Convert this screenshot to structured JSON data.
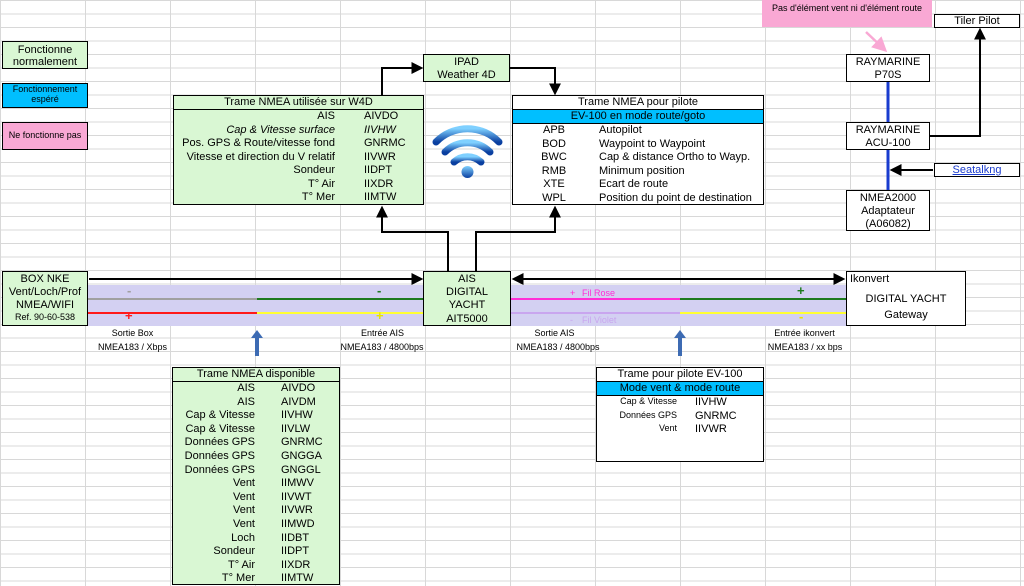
{
  "legend": {
    "ok": "Fonctionne normalement",
    "expected": "Fonctionnement espéré",
    "ko": "Ne fonctionne pas",
    "ok_color": "#d9f7d3",
    "expected_color": "#00bfff",
    "ko_color": "#f9a8d4"
  },
  "pink_note": "Pas d'élément vent ni d'élément route",
  "tiller": "Tiler Pilot",
  "p70s": [
    "RAYMARINE",
    "P70S"
  ],
  "acu": [
    "RAYMARINE",
    "ACU-100"
  ],
  "seatalk": "Seatalkng",
  "nmea2000": [
    "NMEA2000",
    "Adaptateur",
    "(A06082)"
  ],
  "ipad": [
    "IPAD",
    "Weather 4D"
  ],
  "w4d": {
    "title": "Trame NMEA utilisée sur W4D",
    "rows": [
      {
        "label": "AIS",
        "code": "AIVDO"
      },
      {
        "label": "Cap & Vitesse surface",
        "code": "IIVHW",
        "italic": true
      },
      {
        "label": "Pos. GPS & Route/vitesse fond",
        "code": "GNRMC"
      },
      {
        "label": "Vitesse et direction du V relatif",
        "code": "IIVWR"
      },
      {
        "label": "Sondeur",
        "code": "IIDPT"
      },
      {
        "label": "T° Air",
        "code": "IIXDR"
      },
      {
        "label": "T° Mer",
        "code": "IIMTW"
      }
    ]
  },
  "pilot_nmea": {
    "title": "Trame NMEA pour pilote",
    "subtitle": "EV-100 en mode route/goto",
    "rows": [
      {
        "code": "APB",
        "desc": "Autopilot"
      },
      {
        "code": "BOD",
        "desc": "Waypoint to Waypoint"
      },
      {
        "code": "BWC",
        "desc": "Cap & distance Ortho to Wayp."
      },
      {
        "code": "RMB",
        "desc": "Minimum position"
      },
      {
        "code": "XTE",
        "desc": "Ecart de route"
      },
      {
        "code": "WPL",
        "desc": "Position du point de destination"
      }
    ]
  },
  "box_nke": [
    "BOX NKE",
    "Vent/Loch/Prof",
    "NMEA/WIFI",
    "Ref. 90-60-538"
  ],
  "ais": [
    "AIS",
    "DIGITAL",
    "YACHT",
    "AIT5000"
  ],
  "ikonvert": [
    "Ikonvert",
    "DIGITAL YACHT",
    "Gateway"
  ],
  "wires": {
    "fil_rose": "Fil Rose",
    "fil_violet": "Fil Violet",
    "minus": "-",
    "plus": "+"
  },
  "ports": {
    "sortie_box": [
      "Sortie Box",
      "NMEA183 / Xbps"
    ],
    "entree_ais": [
      "Entrée AIS",
      "NMEA183 / 4800bps"
    ],
    "sortie_ais": [
      "Sortie AIS",
      "NMEA183 / 4800bps"
    ],
    "entree_ikonvert": [
      "Entrée ikonvert",
      "NMEA183 / xx bps"
    ]
  },
  "available": {
    "title": "Trame NMEA disponible",
    "rows": [
      {
        "label": "AIS",
        "code": "AIVDO"
      },
      {
        "label": "AIS",
        "code": "AIVDM"
      },
      {
        "label": "Cap & Vitesse",
        "code": "IIVHW"
      },
      {
        "label": "Cap & Vitesse",
        "code": "IIVLW"
      },
      {
        "label": "Données GPS",
        "code": "GNRMC"
      },
      {
        "label": "Données GPS",
        "code": "GNGGA"
      },
      {
        "label": "Données GPS",
        "code": "GNGGL"
      },
      {
        "label": "Vent",
        "code": "IIMWV"
      },
      {
        "label": "Vent",
        "code": "IIVWT"
      },
      {
        "label": "Vent",
        "code": "IIVWR"
      },
      {
        "label": "Vent",
        "code": "IIMWD"
      },
      {
        "label": "Loch",
        "code": "IIDBT"
      },
      {
        "label": "Sondeur",
        "code": "IIDPT"
      },
      {
        "label": "T° Air",
        "code": "IIXDR"
      },
      {
        "label": "T° Mer",
        "code": "IIMTW"
      }
    ]
  },
  "ev100": {
    "title": "Trame pour pilote EV-100",
    "subtitle": "Mode vent & mode route",
    "rows": [
      {
        "label": "Cap & Vitesse",
        "code": "IIVHW"
      },
      {
        "label": "Données GPS",
        "code": "GNRMC"
      },
      {
        "label": "Vent",
        "code": "IIVWR"
      }
    ]
  }
}
